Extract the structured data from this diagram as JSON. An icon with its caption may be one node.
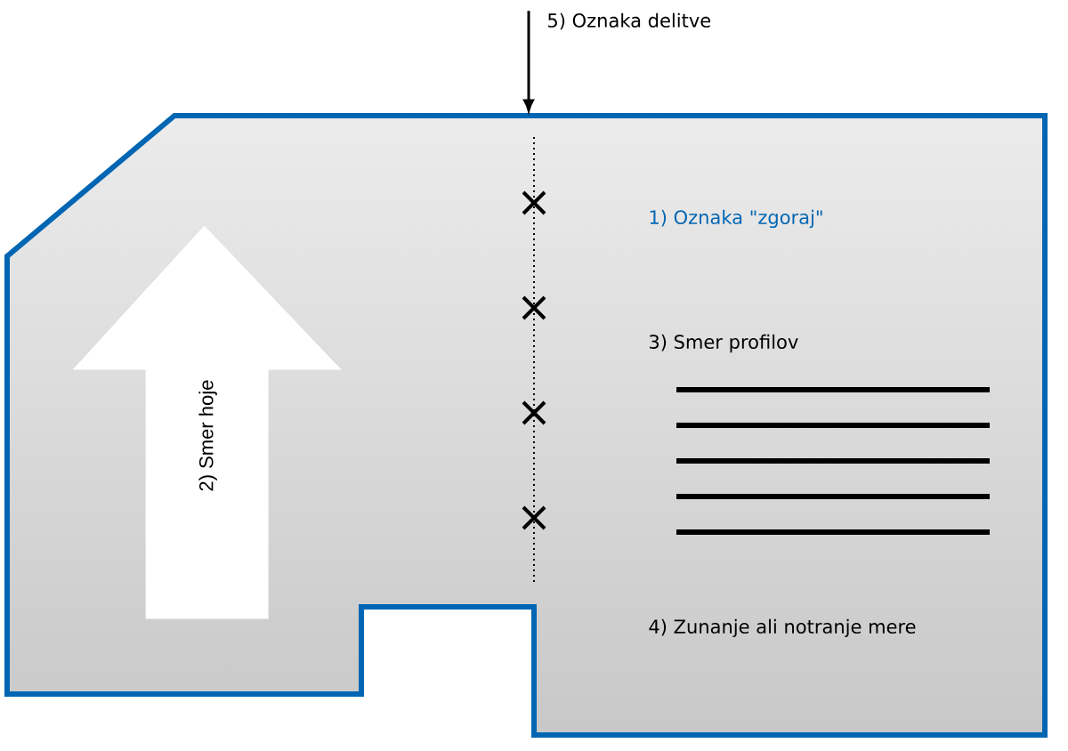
{
  "diagram": {
    "nodes": [
      {
        "text": [],
        "shape": "polygon"
      },
      {
        "text": [
          "2) Smer hoje"
        ],
        "in": 0
      },
      {
        "text": [
          "5) Oznaka delitve"
        ]
      }
    ],
    "edges": [
      {
        "from": 2,
        "to": 0,
        "arrow": "to"
      }
    ],
    "labels": [
      "1) Oznaka \"zgoraj\"",
      "3) Smer profilov",
      "4) Zunanje ali notranje mere"
    ]
  }
}
